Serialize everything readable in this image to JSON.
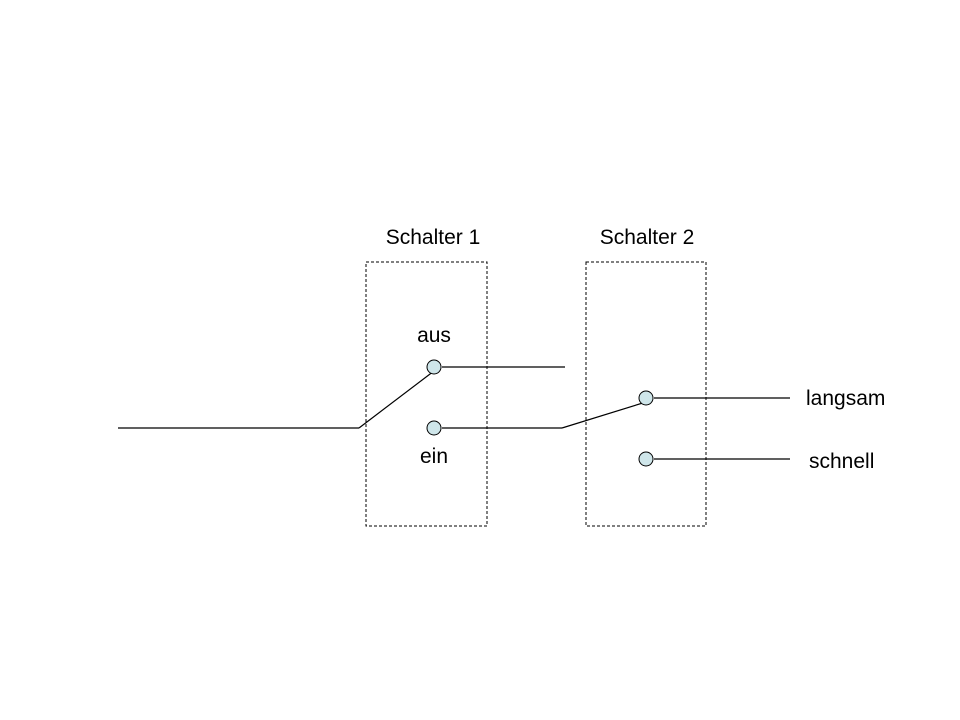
{
  "switches": [
    {
      "label": "Schalter 1",
      "positions": [
        "aus",
        "ein"
      ]
    },
    {
      "label": "Schalter 2",
      "outputs": [
        "langsam",
        "schnell"
      ]
    }
  ],
  "colors": {
    "contact_fill": "#cfe6ea",
    "line": "#000000",
    "background": "#ffffff"
  }
}
